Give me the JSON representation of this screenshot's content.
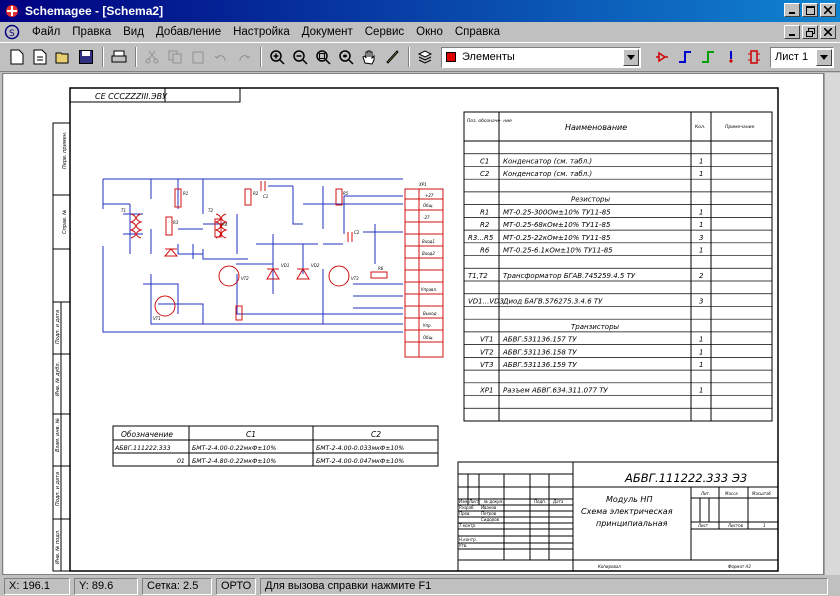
{
  "window": {
    "title": "Schemagee - [Schema2]"
  },
  "menu": [
    "Файл",
    "Правка",
    "Вид",
    "Добавление",
    "Настройка",
    "Документ",
    "Сервис",
    "Окно",
    "Справка"
  ],
  "toolbar": {
    "layer_select": "Элементы",
    "sheet_select": "Лист 1"
  },
  "drawing": {
    "stamp_top": "СЕ СССZZZIII.ЭВУ",
    "side_labels": [
      "Перв. примен.",
      "Справ. №",
      "Подп. и дата",
      "Инв. № дубл.",
      "Взам. инв. №",
      "Подп. и дата",
      "Инв. № подл."
    ],
    "schematic": {
      "components": [
        "R1",
        "R2",
        "R3",
        "R4",
        "R5",
        "R6",
        "C1",
        "C2",
        "VD1",
        "VD2",
        "VT1",
        "VT2",
        "VT3",
        "T1",
        "T2",
        "XP1"
      ],
      "connector": [
        "+27",
        "Общ.",
        "-27",
        "Вход1",
        "Вход2",
        "Управл.",
        "Выход",
        "Упр.",
        "Общ."
      ]
    },
    "variants": {
      "headers": [
        "Обозначение",
        "C1",
        "C2"
      ],
      "rows": [
        [
          "АБВГ.111222.333",
          "БМТ-2-4.00-0.22мкФ±10%",
          "БМТ-2-4.00-0.033мкФ±10%"
        ],
        [
          "01",
          "БМТ-2-4.80-0.22мкФ±10%",
          "БМТ-2-4.00-0.047мкФ±10%"
        ]
      ]
    },
    "parts": {
      "headers": [
        "Поз. обозначе- ние",
        "Наименование",
        "Кол.",
        "Примечание"
      ],
      "rows": [
        {
          "pos": "",
          "name": "",
          "qty": ""
        },
        {
          "pos": "C1",
          "name": "Конденсатор (см. табл.)",
          "qty": "1"
        },
        {
          "pos": "C2",
          "name": "Конденсатор (см. табл.)",
          "qty": "1"
        },
        {
          "pos": "",
          "name": "",
          "qty": ""
        },
        {
          "pos": "",
          "name": "Резисторы",
          "qty": "",
          "heading": true
        },
        {
          "pos": "R1",
          "name": "МТ-0.25-300Ом±10% ТУ11-85",
          "qty": "1"
        },
        {
          "pos": "R2",
          "name": "МТ-0.25-68кОм±10% ТУ11-85",
          "qty": "1"
        },
        {
          "pos": "R3...R5",
          "name": "МТ-0.25-22кОм±10% ТУ11-85",
          "qty": "3"
        },
        {
          "pos": "R6",
          "name": "МТ-0.25-6.1кОм±10% ТУ11-85",
          "qty": "1"
        },
        {
          "pos": "",
          "name": "",
          "qty": ""
        },
        {
          "pos": "T1,T2",
          "name": "Трансформатор БГАВ.745259.4.5 ТУ",
          "qty": "2"
        },
        {
          "pos": "",
          "name": "",
          "qty": ""
        },
        {
          "pos": "VD1...VD3",
          "name": "Диод БАГВ.576275.3.4.6 ТУ",
          "qty": "3"
        },
        {
          "pos": "",
          "name": "",
          "qty": ""
        },
        {
          "pos": "",
          "name": "Транзисторы",
          "qty": "",
          "heading": true
        },
        {
          "pos": "VT1",
          "name": "АБВГ.531136.157 ТУ",
          "qty": "1"
        },
        {
          "pos": "VT2",
          "name": "АБВГ.531136.158 ТУ",
          "qty": "1"
        },
        {
          "pos": "VT3",
          "name": "АБВГ.531136.159 ТУ",
          "qty": "1"
        },
        {
          "pos": "",
          "name": "",
          "qty": ""
        },
        {
          "pos": "XP1",
          "name": "Разъем АБВГ.634.311.077 ТУ",
          "qty": "1"
        },
        {
          "pos": "",
          "name": "",
          "qty": ""
        },
        {
          "pos": "",
          "name": "",
          "qty": ""
        }
      ]
    },
    "title_block": {
      "designation": "АБВГ.111222.333 Э3",
      "name_line1": "Модуль НП",
      "name_line2": "Схема электрическая",
      "name_line3": "принципиальная",
      "col_labels": [
        "Изм.",
        "Лист",
        "№ докум.",
        "Подп.",
        "Дата"
      ],
      "role_labels": [
        "Разраб.",
        "Пров.",
        "Т.контр.",
        "Н.контр.",
        "Утв."
      ],
      "names": [
        "Иванов",
        "Петров",
        "Сидоров"
      ],
      "lit": "Лит.",
      "mass": "Масса",
      "scale": "Масштаб",
      "sheet": "Лист",
      "sheets": "Листов",
      "sheets_count": "1",
      "copied": "Копировал",
      "format": "Формат А3"
    }
  },
  "status": {
    "x": "X: 196.1",
    "y": "Y: 89.6",
    "grid": "Сетка: 2.5",
    "ortho": "ОРТО",
    "hint": "Для вызова справки нажмите F1"
  }
}
